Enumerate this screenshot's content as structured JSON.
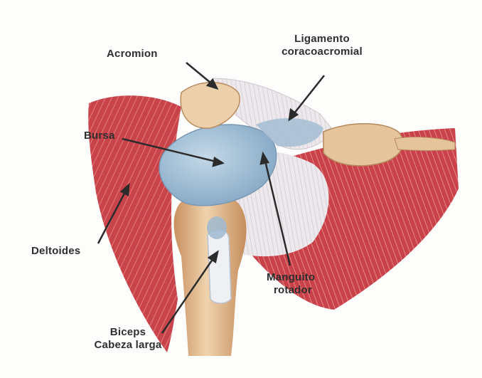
{
  "labels": {
    "acromion": "Acromion",
    "ligament_line1": "Ligamento",
    "ligament_line2": "coracoacromial",
    "bursa": "Bursa",
    "deltoid": "Deltoides",
    "rotator_line1": "Manguito",
    "rotator_line2": "rotador",
    "biceps_line1": "Biceps",
    "biceps_line2": "Cabeza larga"
  },
  "colors": {
    "muscle": "#c8434a",
    "muscle_light": "#e07a78",
    "bone": "#e9c9a3",
    "bone_shadow": "#c99b6e",
    "bursa": "#a9c4d8",
    "tendon": "#e6e2e6",
    "label_text": "#2f2f2f"
  }
}
